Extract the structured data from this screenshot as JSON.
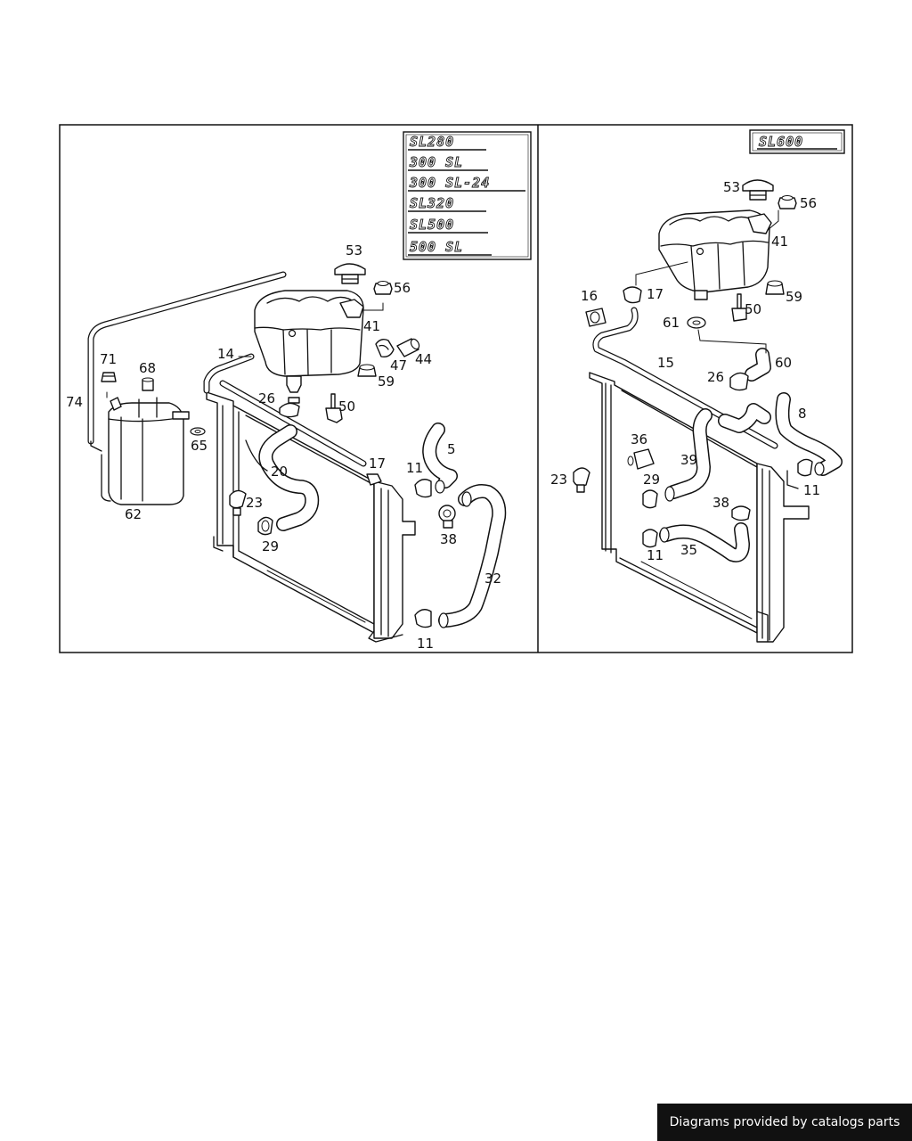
{
  "models_left": [
    "SL280",
    "300 SL",
    "300 SL-24",
    "SL320",
    "SL500",
    "500 SL"
  ],
  "models_right": [
    "SL600"
  ],
  "left_callouts": {
    "c53": "53",
    "c56": "56",
    "c41": "41",
    "c14": "14",
    "c44": "44",
    "c47": "47",
    "c59": "59",
    "c71": "71",
    "c68": "68",
    "c74": "74",
    "c26": "26",
    "c50": "50",
    "c65": "65",
    "c62": "62",
    "c17": "17",
    "c11a": "11",
    "c5": "5",
    "c20": "20",
    "c23": "23",
    "c29": "29",
    "c38": "38",
    "c32": "32",
    "c11b": "11"
  },
  "right_callouts": {
    "c53": "53",
    "c56": "56",
    "c41": "41",
    "c16": "16",
    "c17": "17",
    "c59": "59",
    "c50": "50",
    "c61": "61",
    "c15": "15",
    "c60": "60",
    "c26": "26",
    "c8": "8",
    "c36": "36",
    "c39": "39",
    "c23": "23",
    "c29": "29",
    "c11a": "11",
    "c38": "38",
    "c35": "35",
    "c11b": "11"
  },
  "footer": {
    "text": "Diagrams provided by catalogs parts"
  }
}
